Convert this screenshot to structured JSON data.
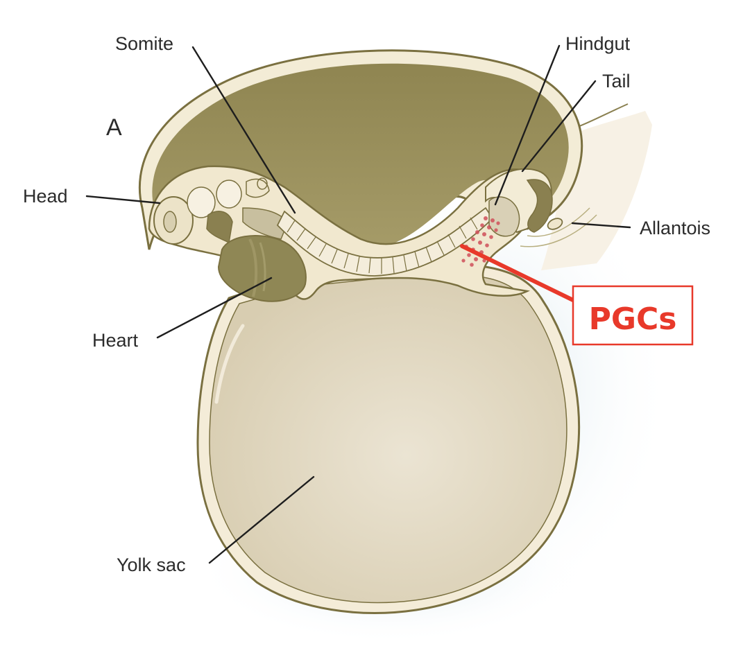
{
  "figure": {
    "panel_letter": "A",
    "labels": {
      "somite": "Somite",
      "head": "Head",
      "heart": "Heart",
      "yolk_sac": "Yolk sac",
      "hindgut": "Hindgut",
      "tail": "Tail",
      "allantois": "Allantois"
    },
    "callout": {
      "text": "PGCs",
      "color": "#e8392a"
    }
  },
  "colors": {
    "amnion_cavity": "#9e9460",
    "amnion_dark": "#8a8050",
    "outline": "#7a7040",
    "membrane": "#f3ecd6",
    "embryo_light": "#efe6cc",
    "yolk_sac": "#ddd3b9",
    "yolk_sac_light": "#e9e1cf",
    "heart": "#8f8755",
    "shadow_blue": "#dbe9ef",
    "pgc_dots": "#d0505a",
    "label_text": "#2b2b2b"
  }
}
